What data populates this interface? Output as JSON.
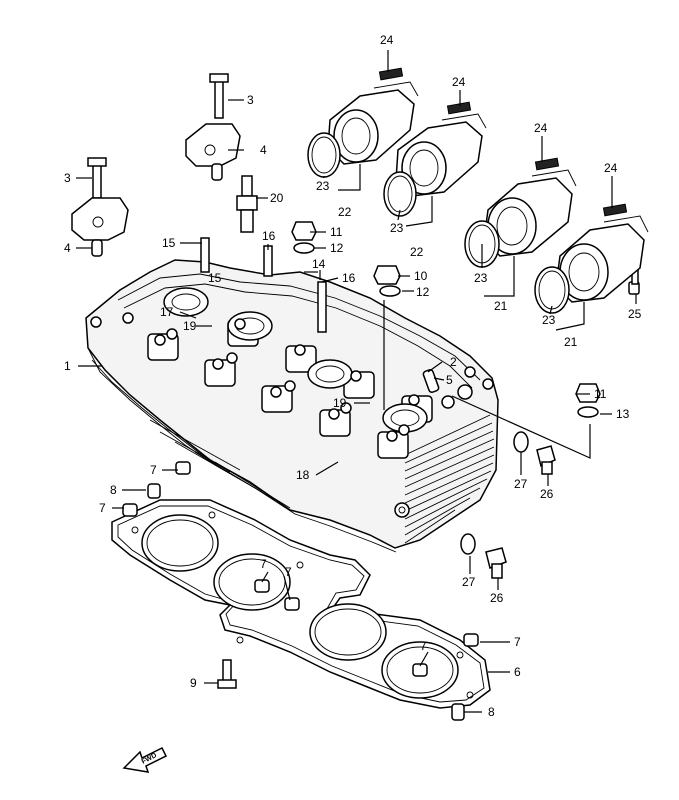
{
  "callouts": [
    {
      "id": "c1",
      "text": "1"
    },
    {
      "id": "c2",
      "text": "2"
    },
    {
      "id": "c3a",
      "text": "3"
    },
    {
      "id": "c3b",
      "text": "3"
    },
    {
      "id": "c4a",
      "text": "4"
    },
    {
      "id": "c4b",
      "text": "4"
    },
    {
      "id": "c5",
      "text": "5"
    },
    {
      "id": "c6",
      "text": "6"
    },
    {
      "id": "c7a",
      "text": "7"
    },
    {
      "id": "c7b",
      "text": "7"
    },
    {
      "id": "c7c",
      "text": "7"
    },
    {
      "id": "c7d",
      "text": "7"
    },
    {
      "id": "c7e",
      "text": "7"
    },
    {
      "id": "c7f",
      "text": "7"
    },
    {
      "id": "c8a",
      "text": "8"
    },
    {
      "id": "c8b",
      "text": "8"
    },
    {
      "id": "c9",
      "text": "9"
    },
    {
      "id": "c10",
      "text": "10"
    },
    {
      "id": "c11a",
      "text": "11"
    },
    {
      "id": "c11b",
      "text": "11"
    },
    {
      "id": "c12a",
      "text": "12"
    },
    {
      "id": "c12b",
      "text": "12"
    },
    {
      "id": "c13",
      "text": "13"
    },
    {
      "id": "c14",
      "text": "14"
    },
    {
      "id": "c15a",
      "text": "15"
    },
    {
      "id": "c15b",
      "text": "15"
    },
    {
      "id": "c16a",
      "text": "16"
    },
    {
      "id": "c16b",
      "text": "16"
    },
    {
      "id": "c17",
      "text": "17"
    },
    {
      "id": "c18",
      "text": "18"
    },
    {
      "id": "c19a",
      "text": "19"
    },
    {
      "id": "c19b",
      "text": "19"
    },
    {
      "id": "c20",
      "text": "20"
    },
    {
      "id": "c21a",
      "text": "21"
    },
    {
      "id": "c21b",
      "text": "21"
    },
    {
      "id": "c22a",
      "text": "22"
    },
    {
      "id": "c22b",
      "text": "22"
    },
    {
      "id": "c23a",
      "text": "23"
    },
    {
      "id": "c23b",
      "text": "23"
    },
    {
      "id": "c23c",
      "text": "23"
    },
    {
      "id": "c23d",
      "text": "23"
    },
    {
      "id": "c24a",
      "text": "24"
    },
    {
      "id": "c24b",
      "text": "24"
    },
    {
      "id": "c24c",
      "text": "24"
    },
    {
      "id": "c24d",
      "text": "24"
    },
    {
      "id": "c25",
      "text": "25"
    },
    {
      "id": "c26a",
      "text": "26"
    },
    {
      "id": "c26b",
      "text": "26"
    },
    {
      "id": "c27a",
      "text": "27"
    },
    {
      "id": "c27b",
      "text": "27"
    }
  ],
  "fwd_label": "FWD"
}
